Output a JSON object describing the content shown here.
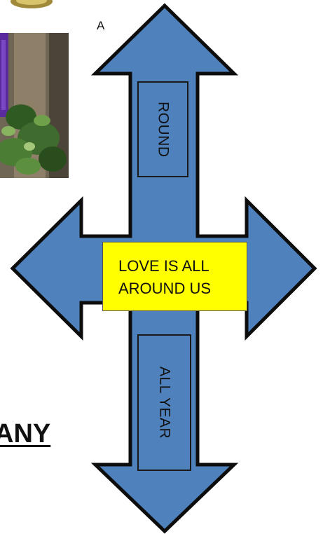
{
  "marker": {
    "letter": "A"
  },
  "arrow": {
    "top_box_text": "ROUND",
    "bottom_box_text": "ALL YEAR",
    "center_line_1": "LOVE IS ALL",
    "center_line_2": "AROUND US",
    "fill_color": "#4f81bd",
    "outline_color": "#0d0d0d",
    "label_color": "#ffff00"
  },
  "heading_fragment": {
    "text": "ANY"
  },
  "colors": {
    "candle": "#5b2a9c",
    "greenery": "#3f6b2f",
    "background_wood": "#8a7a62"
  }
}
